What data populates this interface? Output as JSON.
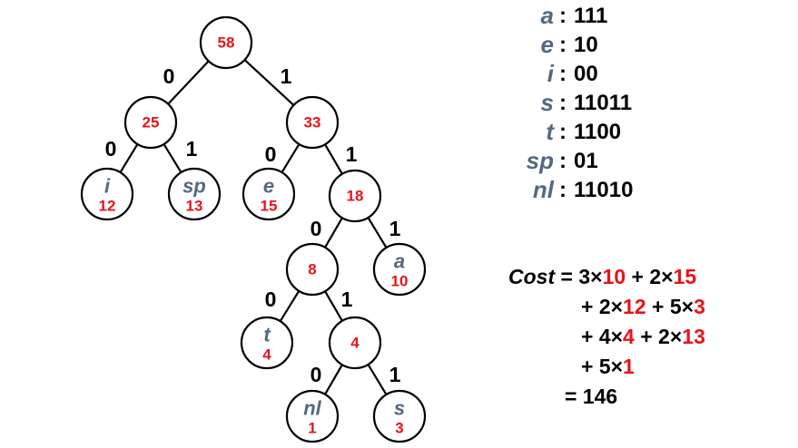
{
  "tree": {
    "nodes": [
      {
        "id": "root",
        "weight": "58"
      },
      {
        "id": "n25",
        "weight": "25"
      },
      {
        "id": "n33",
        "weight": "33"
      },
      {
        "id": "leaf-i",
        "symbol": "i",
        "weight": "12"
      },
      {
        "id": "leaf-sp",
        "symbol": "sp",
        "weight": "13"
      },
      {
        "id": "leaf-e",
        "symbol": "e",
        "weight": "15"
      },
      {
        "id": "n18",
        "weight": "18"
      },
      {
        "id": "n8",
        "weight": "8"
      },
      {
        "id": "leaf-a",
        "symbol": "a",
        "weight": "10"
      },
      {
        "id": "leaf-t",
        "symbol": "t",
        "weight": "4"
      },
      {
        "id": "n4",
        "weight": "4"
      },
      {
        "id": "leaf-nl",
        "symbol": "nl",
        "weight": "1"
      },
      {
        "id": "leaf-s",
        "symbol": "s",
        "weight": "3"
      }
    ],
    "edges": [
      {
        "from": "root",
        "to": "n25",
        "bit": "0"
      },
      {
        "from": "root",
        "to": "n33",
        "bit": "1"
      },
      {
        "from": "n25",
        "to": "leaf-i",
        "bit": "0"
      },
      {
        "from": "n25",
        "to": "leaf-sp",
        "bit": "1"
      },
      {
        "from": "n33",
        "to": "leaf-e",
        "bit": "0"
      },
      {
        "from": "n33",
        "to": "n18",
        "bit": "1"
      },
      {
        "from": "n18",
        "to": "n8",
        "bit": "0"
      },
      {
        "from": "n18",
        "to": "leaf-a",
        "bit": "1"
      },
      {
        "from": "n8",
        "to": "leaf-t",
        "bit": "0"
      },
      {
        "from": "n8",
        "to": "n4",
        "bit": "1"
      },
      {
        "from": "n4",
        "to": "leaf-nl",
        "bit": "0"
      },
      {
        "from": "n4",
        "to": "leaf-s",
        "bit": "1"
      }
    ]
  },
  "codes": [
    {
      "symbol": "a",
      "separator": ":",
      "code": "111"
    },
    {
      "symbol": "e",
      "separator": ":",
      "code": "10"
    },
    {
      "symbol": "i",
      "separator": ":",
      "code": "00"
    },
    {
      "symbol": "s",
      "separator": ":",
      "code": "11011"
    },
    {
      "symbol": "t",
      "separator": ":",
      "code": "1100"
    },
    {
      "symbol": "sp",
      "separator": ":",
      "code": "01"
    },
    {
      "symbol": "nl",
      "separator": ":",
      "code": "11010"
    }
  ],
  "cost": {
    "label": "Cost",
    "lines": [
      [
        {
          "t": "Cost",
          "c": "label"
        },
        {
          "t": " = 3×",
          "c": "k"
        },
        {
          "t": "10",
          "c": "r"
        },
        {
          "t": " + 2×",
          "c": "k"
        },
        {
          "t": "15",
          "c": "r"
        }
      ],
      [
        {
          "t": "+ 2×",
          "c": "k"
        },
        {
          "t": "12",
          "c": "r"
        },
        {
          "t": " + 5×",
          "c": "k"
        },
        {
          "t": "3",
          "c": "r"
        }
      ],
      [
        {
          "t": "+ 4×",
          "c": "k"
        },
        {
          "t": "4",
          "c": "r"
        },
        {
          "t": " + 2×",
          "c": "k"
        },
        {
          "t": "13",
          "c": "r"
        }
      ],
      [
        {
          "t": "+ 5×",
          "c": "k"
        },
        {
          "t": "1",
          "c": "r"
        }
      ],
      [
        {
          "t": "= 146",
          "c": "k"
        }
      ]
    ]
  },
  "colors": {
    "weight": "#e8131a",
    "symbol": "#54697f",
    "stroke": "#000000"
  }
}
